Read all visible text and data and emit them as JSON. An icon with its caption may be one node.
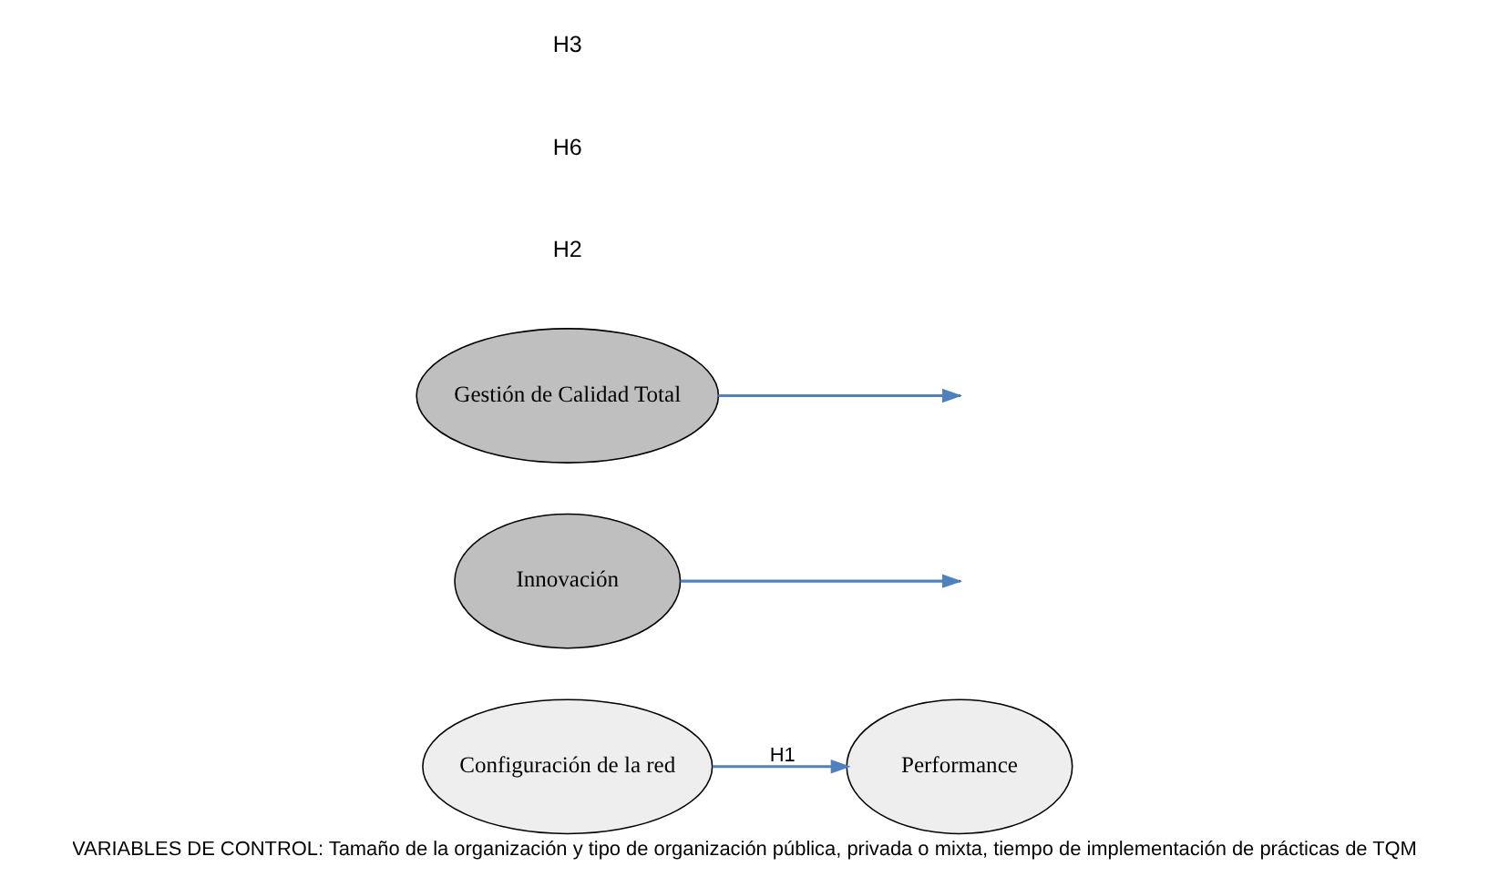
{
  "diagram": {
    "caption": "VARIABLES DE CONTROL: Tamaño de la organización y tipo de organización pública, privada o mixta, tiempo de implementación de prácticas de TQM",
    "nodes": [
      {
        "text": [
          "Configuración de la red"
        ]
      },
      {
        "text": [
          "Performance"
        ]
      },
      {
        "text": [
          "Innovación"
        ]
      },
      {
        "text": [
          "Gestión de Calidad Total"
        ]
      }
    ],
    "edges": [
      {
        "from": 0,
        "to": 1,
        "arrow": "to",
        "label": "H1"
      },
      {
        "from": 2,
        "to": null,
        "arrow": "to"
      },
      {
        "from": 3,
        "to": null,
        "arrow": "to"
      }
    ],
    "labels": [
      "H2",
      "H6",
      "H3"
    ]
  }
}
